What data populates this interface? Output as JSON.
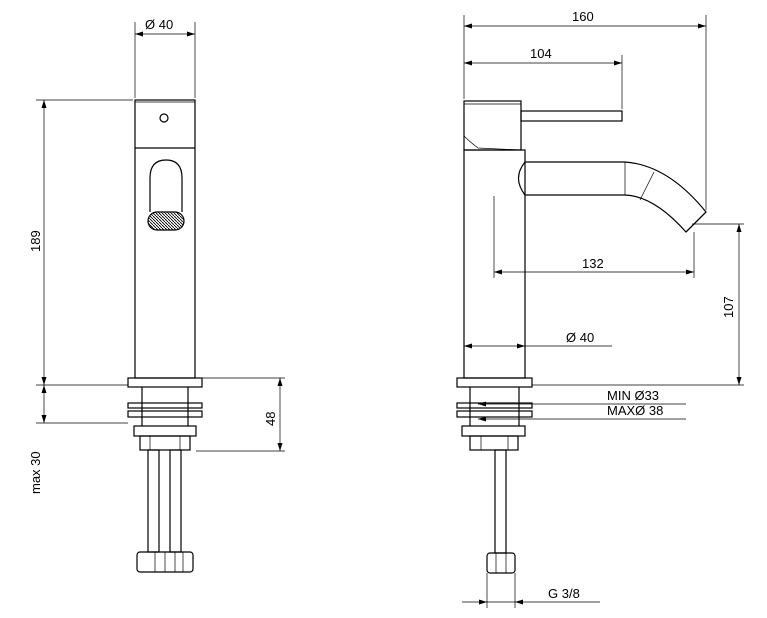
{
  "front_view": {
    "dim_diameter_top": "Ø 40",
    "dim_height": "189",
    "dim_mount_height": "48",
    "dim_max_thickness": "max 30"
  },
  "side_view": {
    "dim_total_length": "160",
    "dim_lever_length": "104",
    "dim_spout_reach": "132",
    "dim_spout_height": "107",
    "dim_body_diameter": "Ø 40",
    "dim_hole_min": "MIN Ø33",
    "dim_hole_max": "MAXØ 38",
    "dim_connection": "G 3/8"
  }
}
